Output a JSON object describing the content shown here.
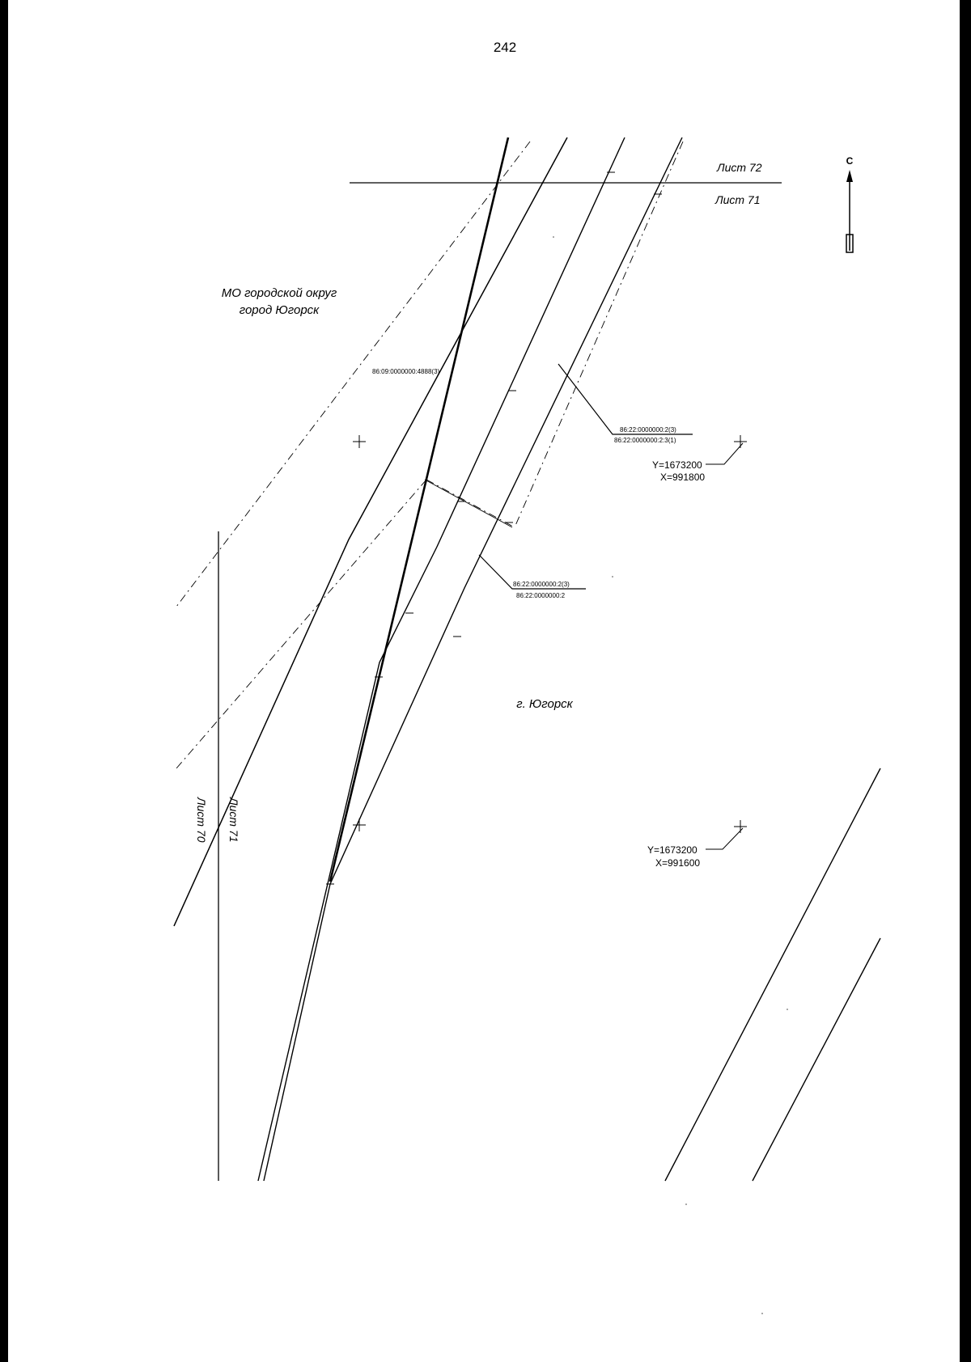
{
  "page": {
    "number": "242",
    "edge_color": "#000000",
    "line_color": "#000000"
  },
  "map": {
    "north_arrow": {
      "label": "С",
      "icon": "north-arrow-icon"
    },
    "sheets": {
      "top": "Лист 72",
      "below": "Лист 71",
      "left": "Лист 70",
      "right": "Лист 71"
    },
    "districts": {
      "mo_line1": "МО городской округ",
      "mo_line2": "город Югорск",
      "town": "г. Югорск"
    },
    "parcels": {
      "p1": "86:09:0000000:4888(3)",
      "p2_top": "86:22:0000000:2(3)",
      "p2_bottom": "86:22:0000000:2:3(1)",
      "p3_top": "86:22:0000000:2(3)",
      "p3_bottom": "86:22:0000000:2"
    },
    "coordinates": [
      {
        "y": "Y=1673200",
        "x": "X=991800"
      },
      {
        "y": "Y=1673200",
        "x": "X=991600"
      }
    ]
  }
}
